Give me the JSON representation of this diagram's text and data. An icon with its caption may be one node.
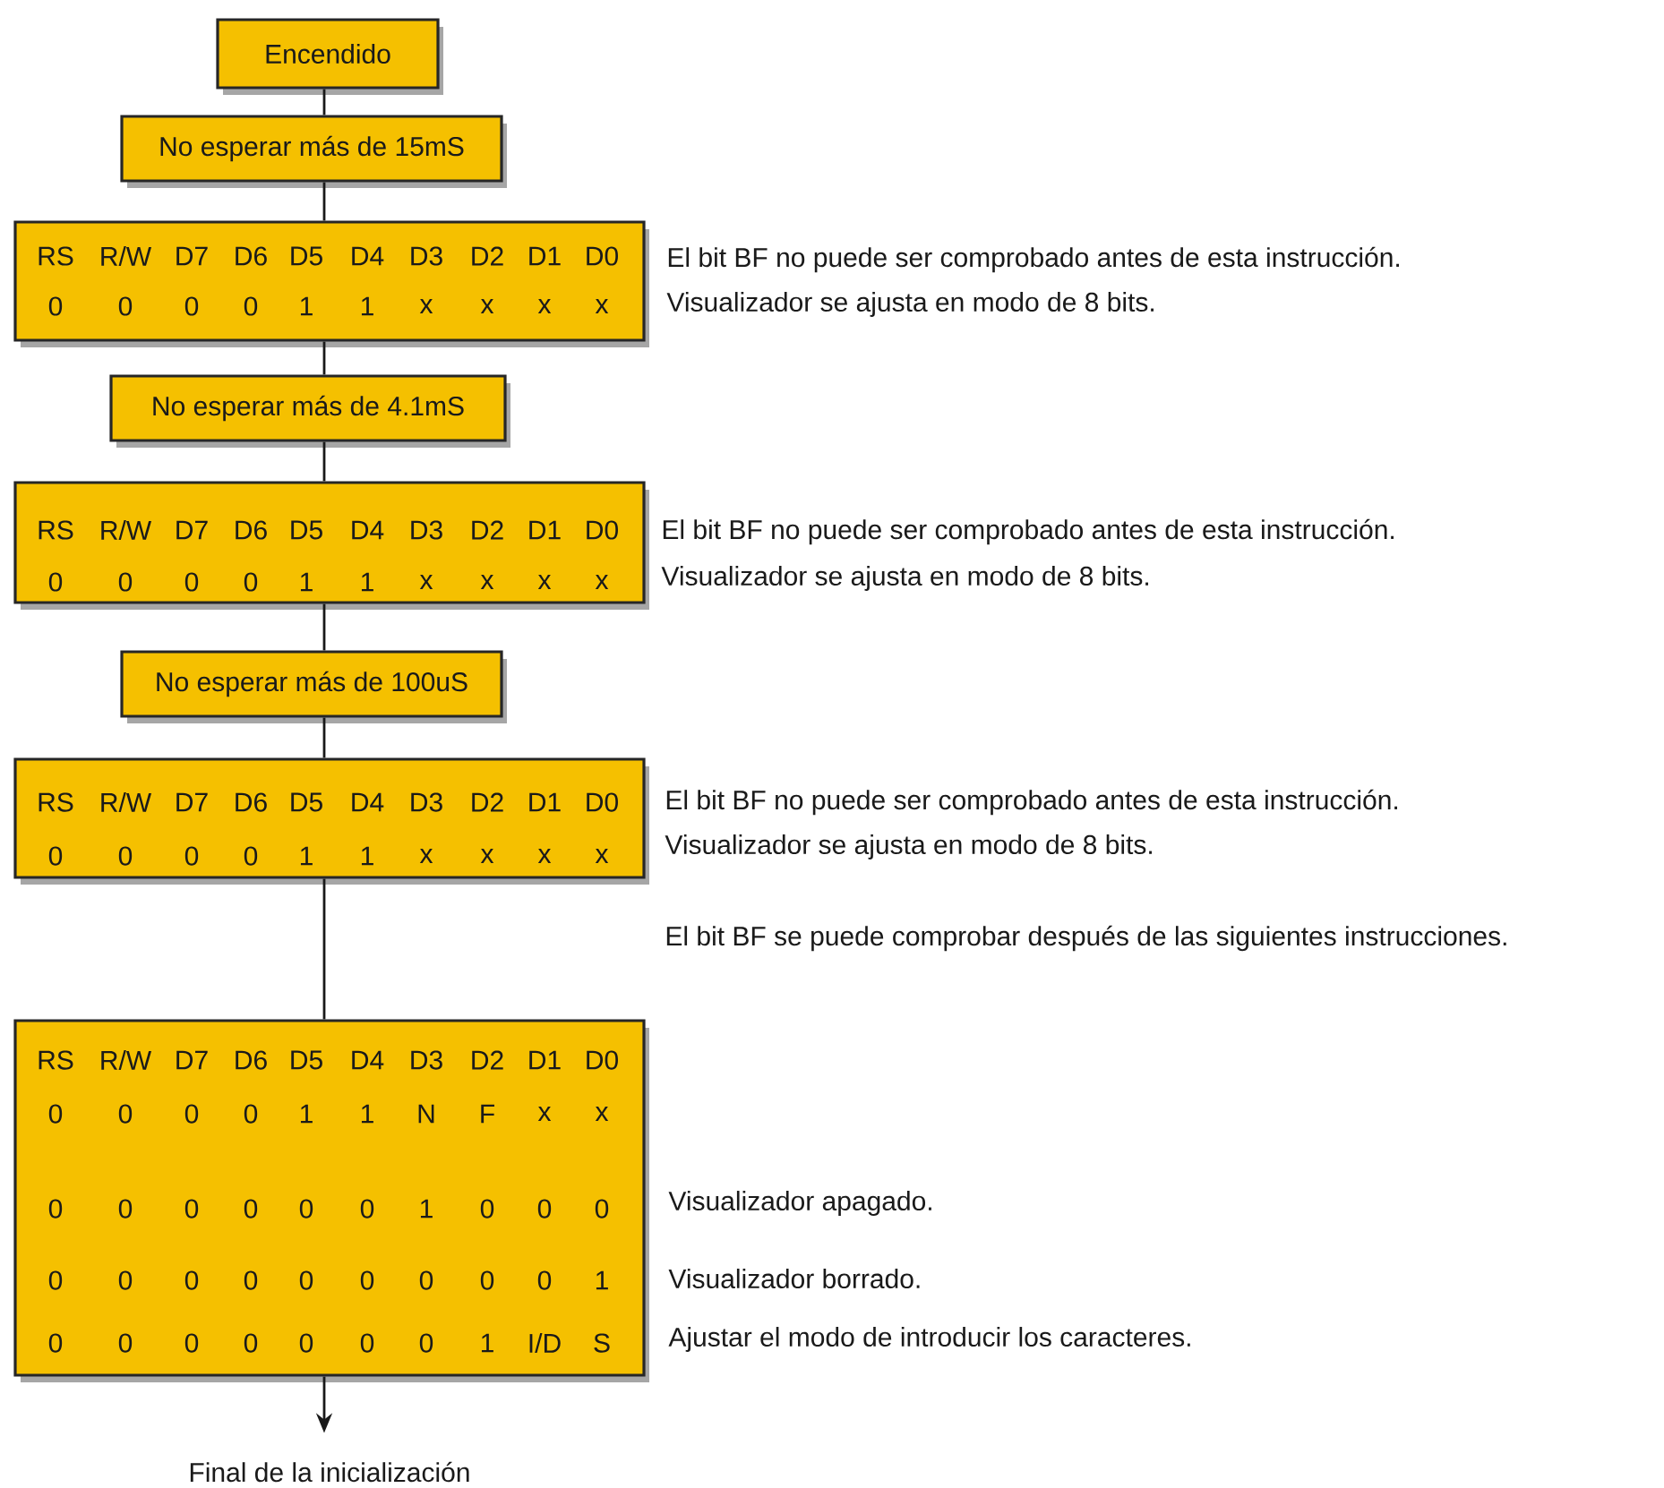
{
  "diagram": {
    "nodes": [
      {
        "text": [
          "Encendido"
        ]
      },
      {
        "text": [
          "No esperar más de 15mS"
        ]
      },
      {
        "text": [
          "RS",
          "R/W",
          "D7",
          "D6",
          "D5",
          "D4",
          "D3",
          "D2",
          "D1",
          "D0",
          "0",
          "0",
          "0",
          "0",
          "1",
          "1",
          "x",
          "x",
          "x",
          "x"
        ],
        "beside": [
          "El bit BF no puede ser comprobado antes de esta instrucción.",
          "Visualizador se ajusta en modo de 8 bits."
        ]
      },
      {
        "text": [
          "No esperar más de 4.1mS"
        ]
      },
      {
        "text": [
          "RS",
          "R/W",
          "D7",
          "D6",
          "D5",
          "D4",
          "D3",
          "D2",
          "D1",
          "D0",
          "0",
          "0",
          "0",
          "0",
          "1",
          "1",
          "x",
          "x",
          "x",
          "x"
        ],
        "beside": [
          "El bit BF no puede ser comprobado antes de esta instrucción.",
          "Visualizador se ajusta en modo de 8 bits."
        ]
      },
      {
        "text": [
          "No esperar más de 100uS"
        ]
      },
      {
        "text": [
          "RS",
          "R/W",
          "D7",
          "D6",
          "D5",
          "D4",
          "D3",
          "D2",
          "D1",
          "D0",
          "0",
          "0",
          "0",
          "0",
          "1",
          "1",
          "x",
          "x",
          "x",
          "x"
        ],
        "beside": [
          "El bit BF no puede ser comprobado antes de esta instrucción.",
          "Visualizador se ajusta en modo de 8 bits."
        ]
      },
      {
        "text": [
          "RS",
          "R/W",
          "D7",
          "D6",
          "D5",
          "D4",
          "D3",
          "D2",
          "D1",
          "D0",
          "0",
          "0",
          "0",
          "0",
          "1",
          "1",
          "N",
          "F",
          "x",
          "x",
          "0",
          "0",
          "0",
          "0",
          "0",
          "0",
          "1",
          "0",
          "0",
          "0",
          "0",
          "0",
          "0",
          "0",
          "0",
          "0",
          "0",
          "0",
          "0",
          "1",
          "0",
          "0",
          "0",
          "0",
          "0",
          "0",
          "0",
          "1",
          "I/D",
          "S"
        ],
        "beside": [
          "Visualizador apagado.",
          "Visualizador borrado.",
          "Ajustar el modo de introducir los caracteres."
        ]
      },
      {
        "text": [
          "Final de la inicialización"
        ]
      }
    ],
    "edges": [
      {
        "from": 0,
        "to": 1,
        "arrow": "none"
      },
      {
        "from": 1,
        "to": 2,
        "arrow": "none"
      },
      {
        "from": 2,
        "to": 3,
        "arrow": "none"
      },
      {
        "from": 3,
        "to": 4,
        "arrow": "none"
      },
      {
        "from": 4,
        "to": 5,
        "arrow": "none"
      },
      {
        "from": 5,
        "to": 6,
        "arrow": "none"
      },
      {
        "from": 6,
        "to": 7,
        "arrow": "none"
      },
      {
        "from": 7,
        "to": 8,
        "arrow": "to"
      }
    ],
    "labels": [
      "El bit BF se puede comprobar después de las siguientes instrucciones."
    ]
  }
}
